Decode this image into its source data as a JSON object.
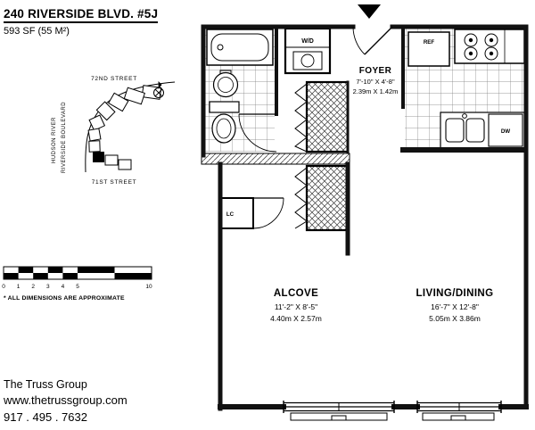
{
  "header": {
    "title": "240 RIVERSIDE BLVD. #5J",
    "subtitle": "593 SF (55 M²)"
  },
  "map": {
    "street_top": "72ND STREET",
    "street_bottom": "71ST STREET",
    "side_street_1": "HUDSON RIVER",
    "side_street_2": "RIVERSIDE BOULEVARD"
  },
  "scale_bar": {
    "ticks": [
      "0",
      "1",
      "2",
      "3",
      "4",
      "5",
      "10"
    ],
    "note": "* ALL DIMENSIONS ARE APPROXIMATE"
  },
  "floorplan": {
    "rooms": [
      {
        "name": "FOYER",
        "dims_ft": "7'-10\" X 4'-8\"",
        "dims_m": "2.39m X 1.42m"
      },
      {
        "name": "ALCOVE",
        "dims_ft": "11'-2\" X 8'-5\"",
        "dims_m": "4.40m X 2.57m"
      },
      {
        "name": "LIVING/DINING",
        "dims_ft": "16'-7\" X 12'-8\"",
        "dims_m": "5.05m X 3.86m"
      }
    ],
    "labels": {
      "washer_dryer": "W/D",
      "refrigerator": "REF",
      "dishwasher": "DW",
      "linen_closet": "LC"
    }
  },
  "footer": {
    "company": "The Truss Group",
    "website": "www.thetrussgroup.com",
    "phone": "917 . 495 . 7632"
  }
}
